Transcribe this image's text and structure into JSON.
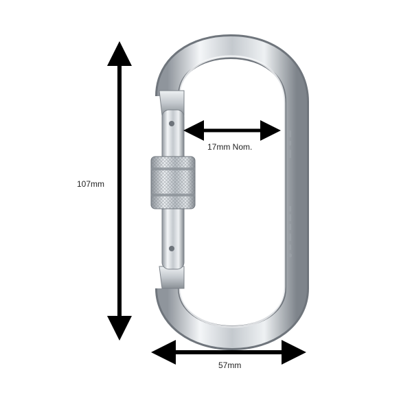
{
  "product": {
    "name_icon": "carabiner-oval-screwgate"
  },
  "dimensions": {
    "height_label": "107mm",
    "gate_opening_label": "17mm Nom.",
    "width_label": "57mm"
  },
  "colors": {
    "background": "#ffffff",
    "arrow": "#000000",
    "metal_light": "#e9ecef",
    "metal_mid": "#b9bec4",
    "metal_dark": "#7d838a"
  }
}
